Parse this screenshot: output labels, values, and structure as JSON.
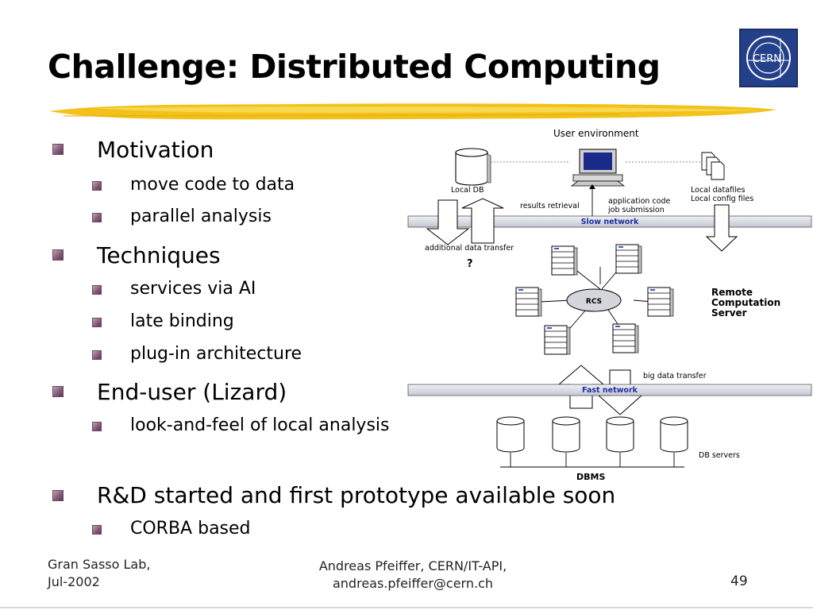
{
  "slide": {
    "title": "Challenge: Distributed Computing",
    "logo_text": "CERN",
    "bullets": [
      {
        "text": "Motivation",
        "sub": [
          "move code to data",
          "parallel analysis"
        ]
      },
      {
        "text": "Techniques",
        "sub": [
          "services via AI",
          "late binding",
          "plug-in architecture"
        ]
      },
      {
        "text": "End-user (Lizard)",
        "sub": [
          "look-and-feel of local analysis"
        ]
      },
      {
        "text": "R&D started and first prototype available soon",
        "sub": [
          "CORBA based"
        ]
      }
    ],
    "footer": {
      "left_line1": "Gran Sasso Lab,",
      "left_line2": "Jul-2002",
      "center_line1": "Andreas Pfeiffer, CERN/IT-API,",
      "center_line2": "andreas.pfeiffer@cern.ch",
      "page": "49"
    }
  },
  "diagram": {
    "user_env": "User environment",
    "local_db": "Local DB",
    "local_datafiles": "Local datafiles",
    "local_config": "Local config files",
    "results_retrieval": "results retrieval",
    "app_code": "application code",
    "job_submission": "job submission",
    "slow_network": "Slow network",
    "additional_transfer": "additional data transfer",
    "question": "?",
    "rcs": "RCS",
    "remote_l1": "Remote",
    "remote_l2": "Computation",
    "remote_l3": "Server",
    "big_transfer": "big data transfer",
    "fast_network": "Fast network",
    "db_servers": "DB servers",
    "dbms": "DBMS"
  },
  "colors": {
    "logo_blue": "#24408a",
    "bullet": "#8a5a7a",
    "brush": "#f2c21a",
    "network_bar": "#d9dce3",
    "network_text": "#1d2fa0"
  }
}
